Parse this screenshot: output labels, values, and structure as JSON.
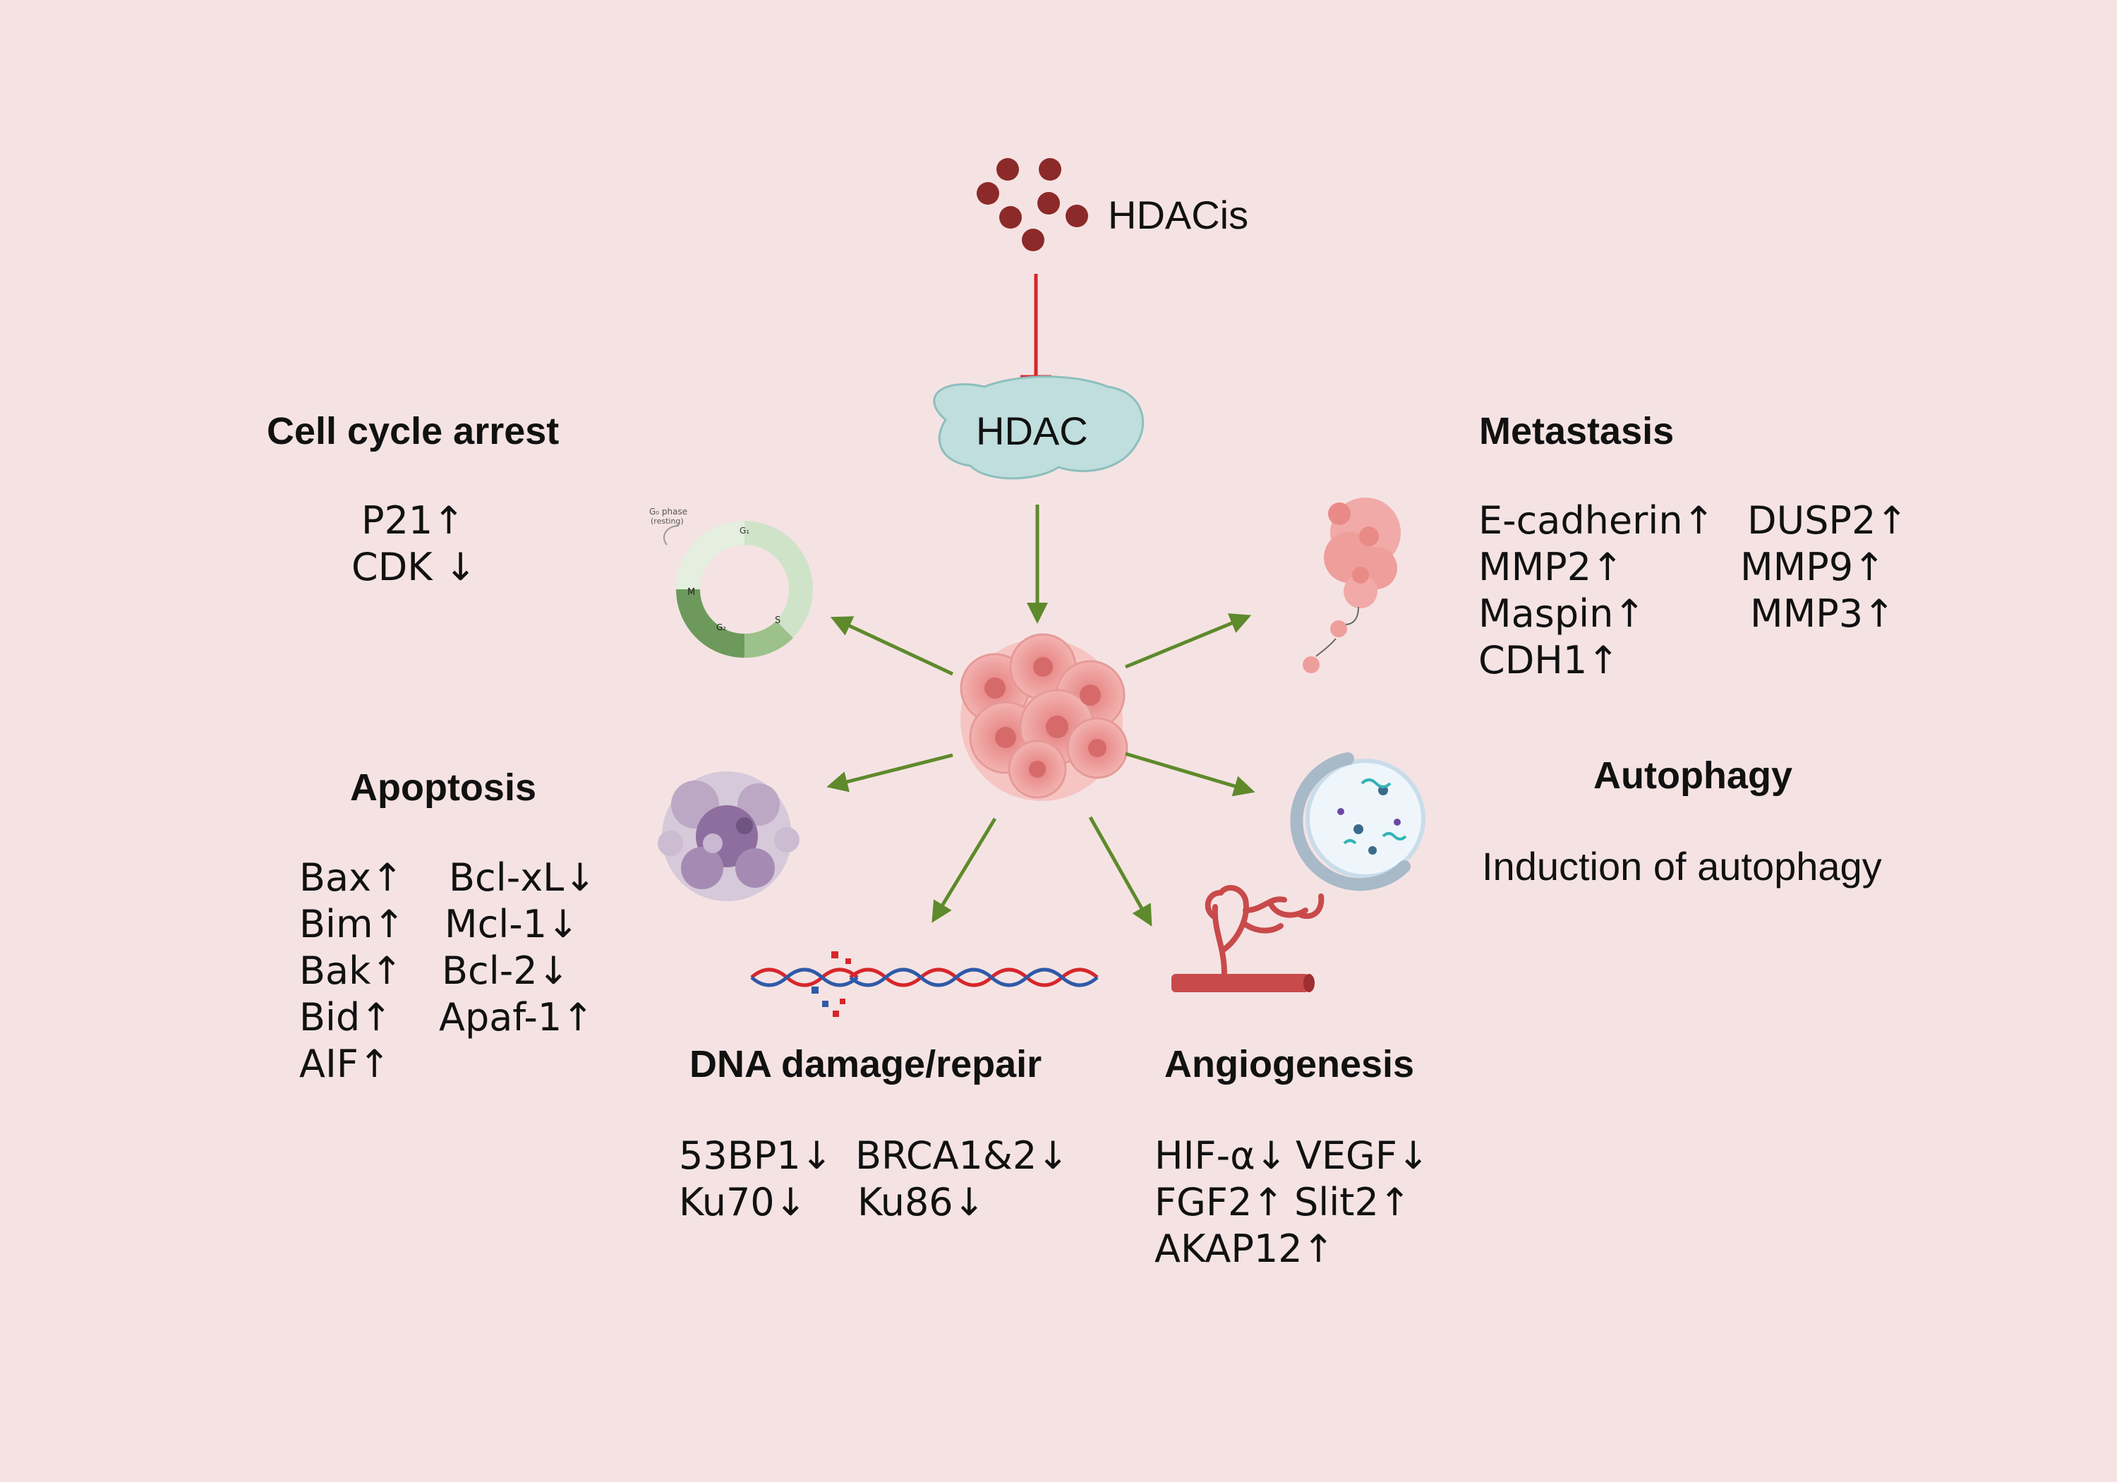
{
  "inhibitor": {
    "label": "HDACis"
  },
  "enzyme": {
    "label": "HDAC"
  },
  "cell_cycle": {
    "title": "Cell cycle arrest",
    "items": [
      "P21↑",
      "CDK ↓"
    ],
    "diagram": {
      "g0_label": "G₀ phase",
      "g0_sub": "(resting)",
      "g1": "G₁",
      "s": "S",
      "g2": "G₂",
      "m": "M"
    }
  },
  "metastasis": {
    "title": "Metastasis",
    "items_left": [
      "E-cadherin↑",
      "MMP2↑",
      "Maspin↑",
      "CDH1↑"
    ],
    "items_right": [
      "DUSP2↑",
      "MMP9↑",
      "MMP3↑"
    ]
  },
  "apoptosis": {
    "title": "Apoptosis",
    "items_left": [
      "Bax↑",
      "Bim↑",
      "Bak↑",
      "Bid↑",
      "AIF↑"
    ],
    "items_right": [
      "Bcl-xL↓",
      "Mcl-1↓",
      "Bcl-2↓",
      "Apaf-1↑"
    ]
  },
  "autophagy": {
    "title": "Autophagy",
    "description": "Induction of autophagy"
  },
  "dna": {
    "title": "DNA damage/repair",
    "items_left": [
      "53BP1↓",
      "Ku70↓"
    ],
    "items_right": [
      "BRCA1&2↓",
      "Ku86↓"
    ]
  },
  "angiogenesis": {
    "title": "Angiogenesis",
    "items_left": [
      "HIF-α↓",
      "FGF2↑",
      "AKAP12↑"
    ],
    "items_right": [
      "VEGF↓",
      "Slit2↑"
    ]
  },
  "colors": {
    "background": "#f5e3e3",
    "arrow": "#5e8a2c",
    "inhibition": "#d7262b",
    "drug": "#8c2a2a",
    "enzyme_fill": "#bfdedd",
    "cell": "#ec9a9a"
  }
}
